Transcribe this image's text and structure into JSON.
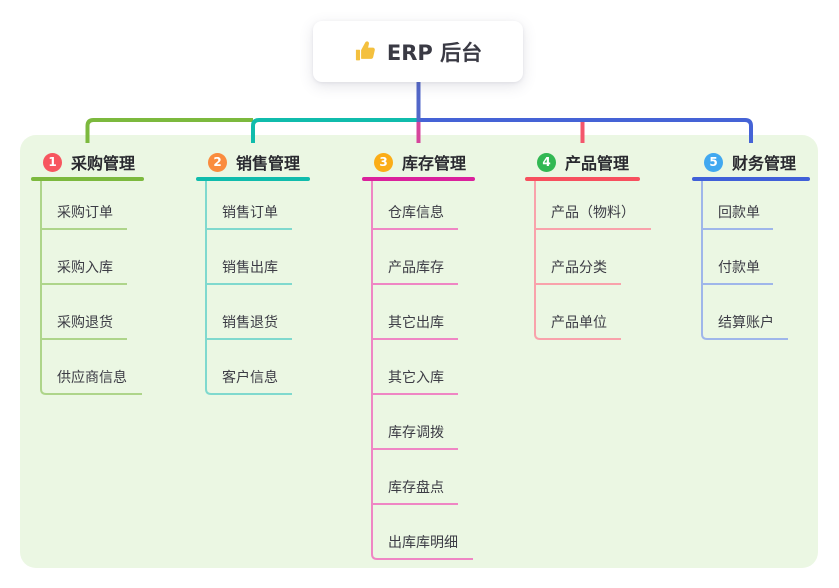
{
  "root": {
    "title": "ERP 后台",
    "icon": "thumbs-up-icon",
    "icon_color": "#f4c03e"
  },
  "container_color": "#ebf7e3",
  "connectors": {
    "stem": "#5267c9",
    "segments": [
      "#7cb93e",
      "#10bcac",
      "#4563d6"
    ],
    "drops": [
      "#7cb93e",
      "#10bcac",
      "#d6459c",
      "#f4566c",
      "#4563d6"
    ]
  },
  "branches": [
    {
      "badge": "1",
      "label": "采购管理",
      "badge_color": "#f7565f",
      "line_color": "#7cb93e",
      "child_line_color": "#aed58a",
      "children": [
        "采购订单",
        "采购入库",
        "采购退货",
        "供应商信息"
      ]
    },
    {
      "badge": "2",
      "label": "销售管理",
      "badge_color": "#fa8c3e",
      "line_color": "#10bcac",
      "child_line_color": "#7fd9ce",
      "children": [
        "销售订单",
        "销售出库",
        "销售退货",
        "客户信息"
      ]
    },
    {
      "badge": "3",
      "label": "库存管理",
      "badge_color": "#fbad17",
      "line_color": "#da219c",
      "child_line_color": "#ef86c4",
      "children": [
        "仓库信息",
        "产品库存",
        "其它出库",
        "其它入库",
        "库存调拨",
        "库存盘点",
        "出库库明细"
      ]
    },
    {
      "badge": "4",
      "label": "产品管理",
      "badge_color": "#32b853",
      "line_color": "#f7505e",
      "child_line_color": "#f9a2ab",
      "children": [
        "产品（物料）",
        "产品分类",
        "产品单位"
      ]
    },
    {
      "badge": "5",
      "label": "财务管理",
      "badge_color": "#41a8f0",
      "line_color": "#4060d8",
      "child_line_color": "#9fb6ea",
      "children": [
        "回款单",
        "付款单",
        "结算账户"
      ]
    }
  ]
}
